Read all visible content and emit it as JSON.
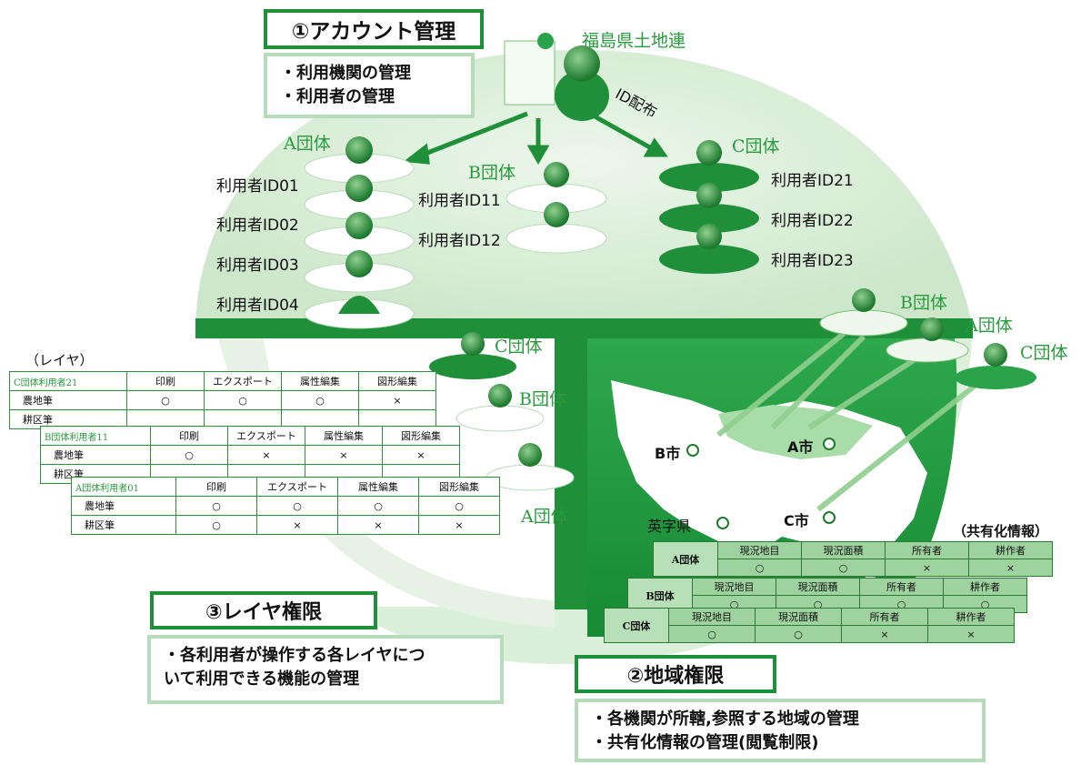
{
  "account": {
    "title": "①アカウント管理",
    "bullets": [
      "・利用機関の管理",
      "・利用者の管理"
    ],
    "admin_org": "福島県土地連",
    "distribution_label": "ID配布"
  },
  "groups": {
    "a": {
      "name": "A団体",
      "users": [
        "利用者ID01",
        "利用者ID02",
        "利用者ID03",
        "利用者ID04"
      ]
    },
    "b": {
      "name": "B団体",
      "users": [
        "利用者ID11",
        "利用者ID12"
      ]
    },
    "c": {
      "name": "C団体",
      "users": [
        "利用者ID21",
        "利用者ID22",
        "利用者ID23"
      ]
    }
  },
  "layer": {
    "heading": "（レイヤ）",
    "title": "③レイヤ権限",
    "bullets": [
      "・各利用者が操作する各レイヤにつ",
      "いて利用できる機能の管理"
    ],
    "columns": [
      "印刷",
      "エクスポート",
      "属性編集",
      "図形編集"
    ],
    "tables": [
      {
        "user": "C団体利用者21",
        "rows": [
          {
            "name": "農地筆",
            "cells": [
              "○",
              "○",
              "○",
              "×"
            ]
          },
          {
            "name": "耕区筆",
            "cells": [
              "",
              "",
              "",
              ""
            ]
          }
        ]
      },
      {
        "user": "B団体利用者11",
        "rows": [
          {
            "name": "農地筆",
            "cells": [
              "○",
              "×",
              "×",
              "×"
            ]
          },
          {
            "name": "耕区筆",
            "cells": [
              "",
              "",
              "",
              ""
            ]
          }
        ]
      },
      {
        "user": "A団体利用者01",
        "rows": [
          {
            "name": "農地筆",
            "cells": [
              "○",
              "○",
              "○",
              "○"
            ]
          },
          {
            "name": "耕区筆",
            "cells": [
              "○",
              "×",
              "×",
              "×"
            ]
          }
        ]
      }
    ],
    "group_labels": [
      "C団体",
      "B団体",
      "A団体"
    ]
  },
  "region": {
    "title": "②地域権限",
    "bullets": [
      "・各機関が所轄,参照する地域の管理",
      "・共有化情報の管理(閲覧制限)"
    ],
    "cities": [
      "B市",
      "A市",
      "C市",
      "英字県"
    ],
    "share_heading": "（共有化情報）",
    "share_columns": [
      "現況地目",
      "現況面積",
      "所有者",
      "耕作者"
    ],
    "share_rows": [
      {
        "org": "A団体",
        "cells": [
          "○",
          "○",
          "×",
          "×"
        ]
      },
      {
        "org": "B団体",
        "cells": [
          "○",
          "○",
          "○",
          "○"
        ]
      },
      {
        "org": "C団体",
        "cells": [
          "○",
          "○",
          "×",
          "×"
        ]
      }
    ],
    "group_labels": [
      "B団体",
      "A団体",
      "C団体"
    ]
  },
  "colors": {
    "dark_green": "#1f8f3a",
    "light_green": "#d3ebd1",
    "mid_green": "#2aa34a"
  }
}
